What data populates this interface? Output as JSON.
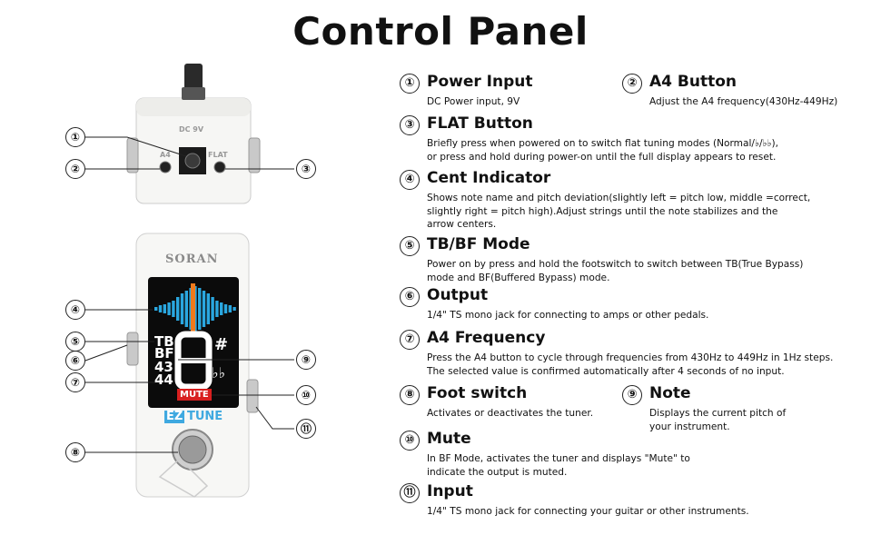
{
  "title": "Control Panel",
  "device": {
    "brand": "SORAN",
    "model_prefix": "EZ",
    "model_suffix": "TUNE",
    "dc_label": "DC 9V",
    "a4_label": "A4",
    "flat_label": "FLAT",
    "screen": {
      "modes": [
        "TB",
        "BF",
        "43",
        "44"
      ],
      "note": "8",
      "sharp": "#",
      "flat": "♭♭",
      "mute": "MUTE"
    }
  },
  "callouts": [
    "①",
    "②",
    "③",
    "④",
    "⑤",
    "⑥",
    "⑦",
    "⑧",
    "⑨",
    "⑩",
    "⑪"
  ],
  "items": [
    {
      "num": "①",
      "head": "Power Input",
      "desc": [
        "DC Power input, 9V"
      ]
    },
    {
      "num": "②",
      "head": "A4 Button",
      "desc": [
        "Adjust the A4 frequency(430Hz-449Hz)"
      ]
    },
    {
      "num": "③",
      "head": "FLAT Button",
      "desc": [
        "Briefly press when powered on to switch flat tuning modes (Normal/♭/♭♭),",
        "or press and hold during power-on until the full display appears to reset."
      ]
    },
    {
      "num": "④",
      "head": "Cent Indicator",
      "desc": [
        "Shows note name and pitch deviation(slightly left = pitch low, middle =correct,",
        "slightly right = pitch high).Adjust strings until the note stabilizes and the",
        "arrow centers."
      ]
    },
    {
      "num": "⑤",
      "head": "TB/BF Mode",
      "desc": [
        "Power on by press and hold the footswitch to switch between TB(True Bypass)",
        "mode and BF(Buffered Bypass) mode."
      ]
    },
    {
      "num": "⑥",
      "head": "Output",
      "desc": [
        "1/4\" TS mono jack for connecting to  amps or other pedals."
      ]
    },
    {
      "num": "⑦",
      "head": "A4 Frequency",
      "desc": [
        "Press the A4 button to cycle through  frequencies from 430Hz to 449Hz in 1Hz steps.",
        "The selected value is  confirmed automatically after 4  seconds of no input."
      ]
    },
    {
      "num": "⑧",
      "head": "Foot switch",
      "desc": [
        "Activates or deactivates the tuner."
      ]
    },
    {
      "num": "⑨",
      "head": "Note",
      "desc": [
        "Displays the current pitch of",
        "your instrument."
      ]
    },
    {
      "num": "⑩",
      "head": "Mute",
      "desc": [
        "In BF Mode, activates the tuner and  displays \"Mute\" to",
        "indicate the output  is muted."
      ]
    },
    {
      "num": "⑪",
      "head": "Input",
      "desc": [
        "1/4\" TS mono jack for connecting your guitar or other instruments."
      ]
    }
  ]
}
